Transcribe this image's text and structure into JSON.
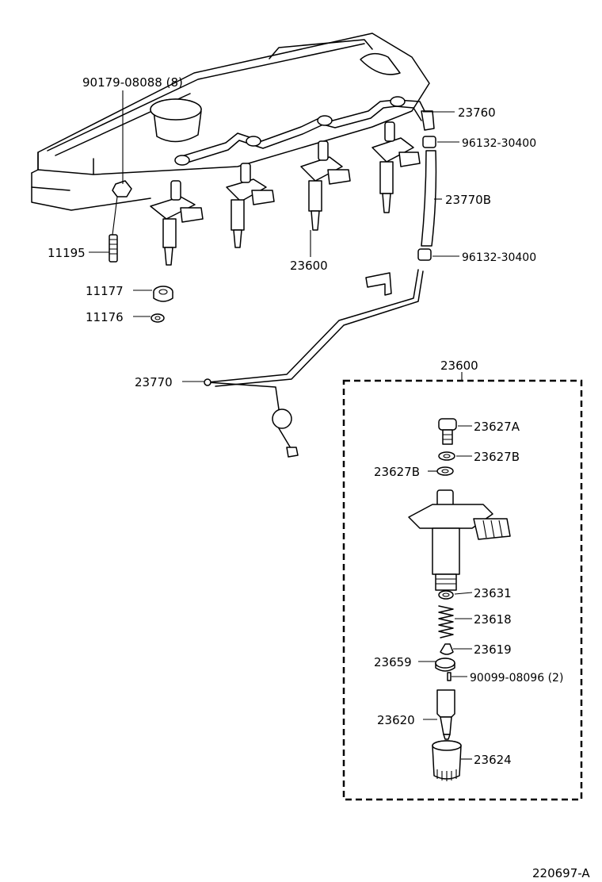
{
  "labels": {
    "p90179": "90179-08088 (8)",
    "p11195": "11195",
    "p11177": "11177",
    "p11176": "11176",
    "p23760": "23760",
    "p96132_top": "96132-30400",
    "p23770b": "23770B",
    "p96132_bottom": "96132-30400",
    "p23600_engine": "23600",
    "p23770": "23770",
    "p23600_box": "23600",
    "p23627a": "23627A",
    "p23627b_right": "23627B",
    "p23627b_left": "23627B",
    "p23631": "23631",
    "p23618": "23618",
    "p23619": "23619",
    "p23659": "23659",
    "p90099": "90099-08096 (2)",
    "p23620": "23620",
    "p23624": "23624",
    "diagram_id": "220697-A"
  }
}
